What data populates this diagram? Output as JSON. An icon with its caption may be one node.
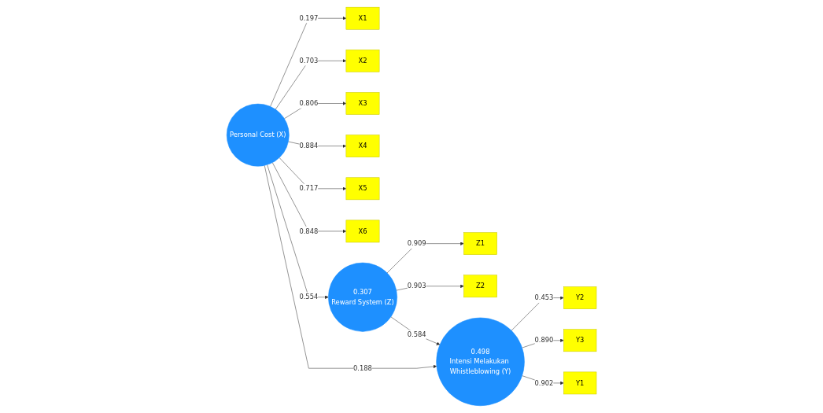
{
  "diagram": {
    "nodes": [
      {
        "text": [
          "X1"
        ]
      },
      {
        "text": [
          "X2"
        ]
      },
      {
        "text": [
          "X3"
        ]
      },
      {
        "text": [
          "X4"
        ]
      },
      {
        "text": [
          "X5"
        ]
      },
      {
        "text": [
          "X6"
        ]
      },
      {
        "text": [
          "Personal Cost (X)"
        ]
      },
      {
        "text": [
          "Z1"
        ]
      },
      {
        "text": [
          "Z2"
        ]
      },
      {
        "text": [
          "0.498",
          "Intensi Melakukan Whistleblowing (Y)"
        ]
      },
      {
        "text": [
          "Y2"
        ]
      },
      {
        "text": [
          "Y3"
        ]
      },
      {
        "text": [
          "Y1"
        ]
      },
      {
        "text": [
          "0.307",
          "Reward System (Z)"
        ]
      }
    ],
    "edges": [
      {
        "from": 6,
        "to": 0,
        "arrow": "to",
        "label": "0.197"
      },
      {
        "from": 6,
        "to": 1,
        "arrow": "to",
        "label": "0.703"
      },
      {
        "from": 6,
        "to": 2,
        "arrow": "to",
        "label": "0.806"
      },
      {
        "from": 6,
        "to": 3,
        "arrow": "to",
        "label": "0.884"
      },
      {
        "from": 6,
        "to": 4,
        "arrow": "to",
        "label": "0.717"
      },
      {
        "from": 6,
        "to": 5,
        "arrow": "to",
        "label": "0.848"
      },
      {
        "from": 6,
        "to": 9,
        "arrow": "to",
        "label": "0.188"
      },
      {
        "from": 6,
        "to": 13,
        "arrow": "to",
        "label": "0.554"
      },
      {
        "from": 13,
        "to": 7,
        "arrow": "to",
        "label": "0.909"
      },
      {
        "from": 13,
        "to": 8,
        "arrow": "to",
        "label": "0.903"
      },
      {
        "from": 13,
        "to": 9,
        "arrow": "to",
        "label": "0.584"
      },
      {
        "from": 9,
        "to": 10,
        "arrow": "to",
        "label": "0.453"
      },
      {
        "from": 9,
        "to": 11,
        "arrow": "to",
        "label": "0.890"
      },
      {
        "from": 9,
        "to": 12,
        "arrow": "to",
        "label": "0.902"
      }
    ]
  }
}
